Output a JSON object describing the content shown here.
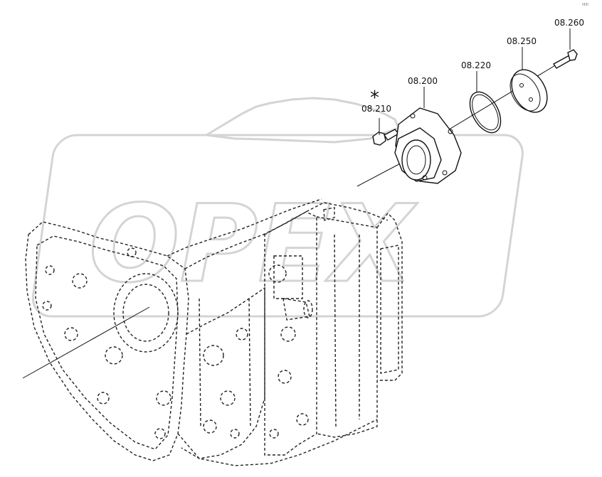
{
  "watermark": {
    "text": "OPEX"
  },
  "corner_mark": "IIIIII",
  "callouts": [
    {
      "id": "p08210",
      "label": "08.210",
      "marked": true
    },
    {
      "id": "p08200",
      "label": "08.200",
      "marked": false
    },
    {
      "id": "p08220",
      "label": "08.220",
      "marked": false
    },
    {
      "id": "p08250",
      "label": "08.250",
      "marked": false
    },
    {
      "id": "p08260",
      "label": "08.260",
      "marked": false
    }
  ],
  "mark_symbol": "*"
}
